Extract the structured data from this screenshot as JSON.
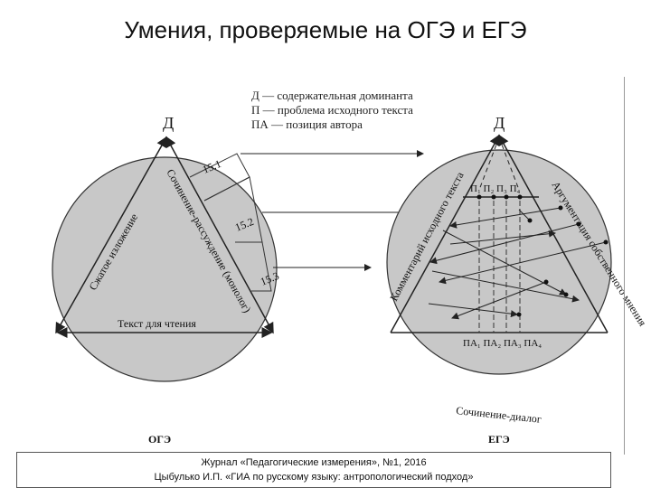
{
  "title": "Умения, проверяемые на ОГЭ и ЕГЭ",
  "legend": [
    "Д — содержательная доминанта",
    "П — проблема исходного текста",
    "ПА — позиция автора"
  ],
  "left_circle": {
    "apex": "Д",
    "left_side": "Сжатое изложение",
    "right_side": "Сочинение-рассуждение (монолог)",
    "base": "Текст для чтения",
    "tasks": [
      "15.1",
      "15.2",
      "15.3"
    ],
    "exam": "ОГЭ"
  },
  "right_circle": {
    "apex": "Д",
    "left_side": "Комментарий исходного текста",
    "right_side": "Аргументация собственного мнения",
    "top_label": "П₁ П₂ П₃ П₄",
    "bottom_label": "ПА₁ ПА₂ ПА₃ ПА₄",
    "below": "Сочинение-диалог",
    "exam": "ЕГЭ"
  },
  "caption": {
    "line1": "Журнал «Педагогические измерения», №1, 2016",
    "line2": "Цыбулько И.П. «ГИА по русскому языку: антропологический подход»"
  }
}
